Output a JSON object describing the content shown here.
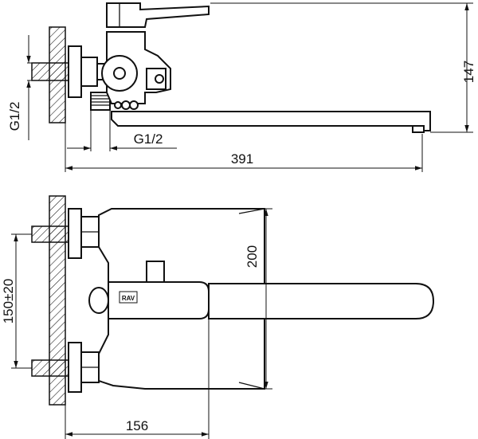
{
  "dimensions": {
    "top_height": "147",
    "top_length": "391",
    "thread_left": "G1/2",
    "thread_bottom": "G1/2",
    "bottom_height": "200",
    "bottom_spacing": "150±20",
    "bottom_width": "156"
  },
  "logo_text": "RAV"
}
